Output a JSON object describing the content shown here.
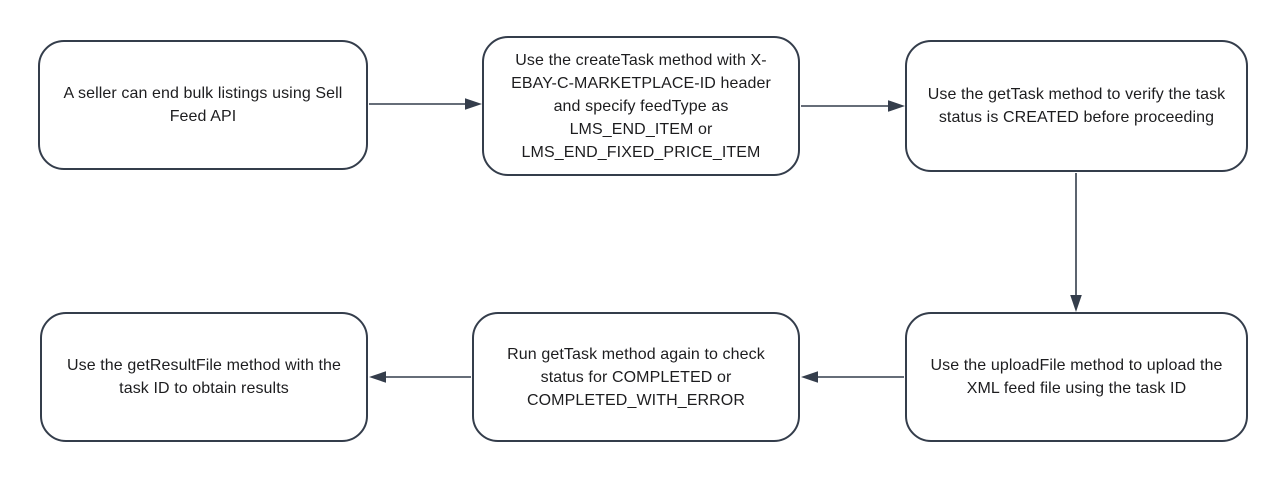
{
  "diagram": {
    "type": "flowchart",
    "topic": "End bulk listings using Sell Feed API",
    "colors": {
      "node_border": "#343d4b",
      "node_text": "#1d1d1f",
      "background": "#ffffff",
      "arrow": "#343d4b"
    },
    "nodes": [
      {
        "id": "start",
        "text": "A seller can end  bulk listings using Sell Feed API"
      },
      {
        "id": "create-task",
        "text": "Use the createTask method with X-EBAY-C-MARKETPLACE-ID header and specify feedType as LMS_END_ITEM or LMS_END_FIXED_PRICE_ITEM"
      },
      {
        "id": "get-task-created",
        "text": "Use the getTask method to verify the task status is CREATED before proceeding"
      },
      {
        "id": "upload-file",
        "text": "Use the uploadFile method to upload the XML feed file using the task ID"
      },
      {
        "id": "get-task-completed",
        "text": "Run getTask method again to check status for COMPLETED or COMPLETED_WITH_ERROR"
      },
      {
        "id": "get-result-file",
        "text": "Use the getResultFile method with the task ID to obtain results"
      }
    ],
    "connections": [
      {
        "from": "start",
        "to": "create-task"
      },
      {
        "from": "create-task",
        "to": "get-task-created"
      },
      {
        "from": "get-task-created",
        "to": "upload-file"
      },
      {
        "from": "upload-file",
        "to": "get-task-completed"
      },
      {
        "from": "get-task-completed",
        "to": "get-result-file"
      }
    ]
  }
}
